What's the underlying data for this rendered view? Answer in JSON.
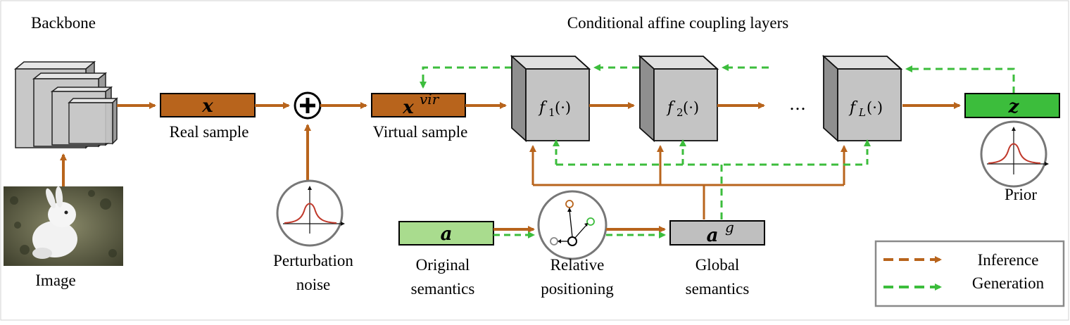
{
  "labels": {
    "backbone": "Backbone",
    "coupling_title": "Conditional affine coupling layers",
    "image": "Image",
    "real_sample": "Real sample",
    "virtual_sample": "Virtual sample",
    "perturbation_1": "Perturbation",
    "perturbation_2": "noise",
    "original_1": "Original",
    "original_2": "semantics",
    "relative_1": "Relative",
    "relative_2": "positioning",
    "global_1": "Global",
    "global_2": "semantics",
    "prior": "Prior",
    "dots": "…"
  },
  "symbols": {
    "x": "x",
    "x_vir_base": "x",
    "x_vir_sup": "vir",
    "z": "z",
    "a": "a",
    "a_g_base": "a",
    "a_g_sup": "g",
    "f1": "f",
    "f1_sub": "1",
    "f2": "f",
    "f2_sub": "2",
    "fL": "f",
    "fL_sub": "L",
    "f_arg": "(·)",
    "plus": "+"
  },
  "legend": {
    "inference": "Inference",
    "generation": "Generation"
  },
  "colors": {
    "inference": "#b8641c",
    "generation": "#3cbd3c",
    "x_box": "#b8641c",
    "z_box": "#3cbd3c",
    "a_box": "#a9dc8e",
    "ag_box": "#bfbfbf",
    "flow_block": "#c4c4c4",
    "gaussian_curve": "#c0392b"
  }
}
